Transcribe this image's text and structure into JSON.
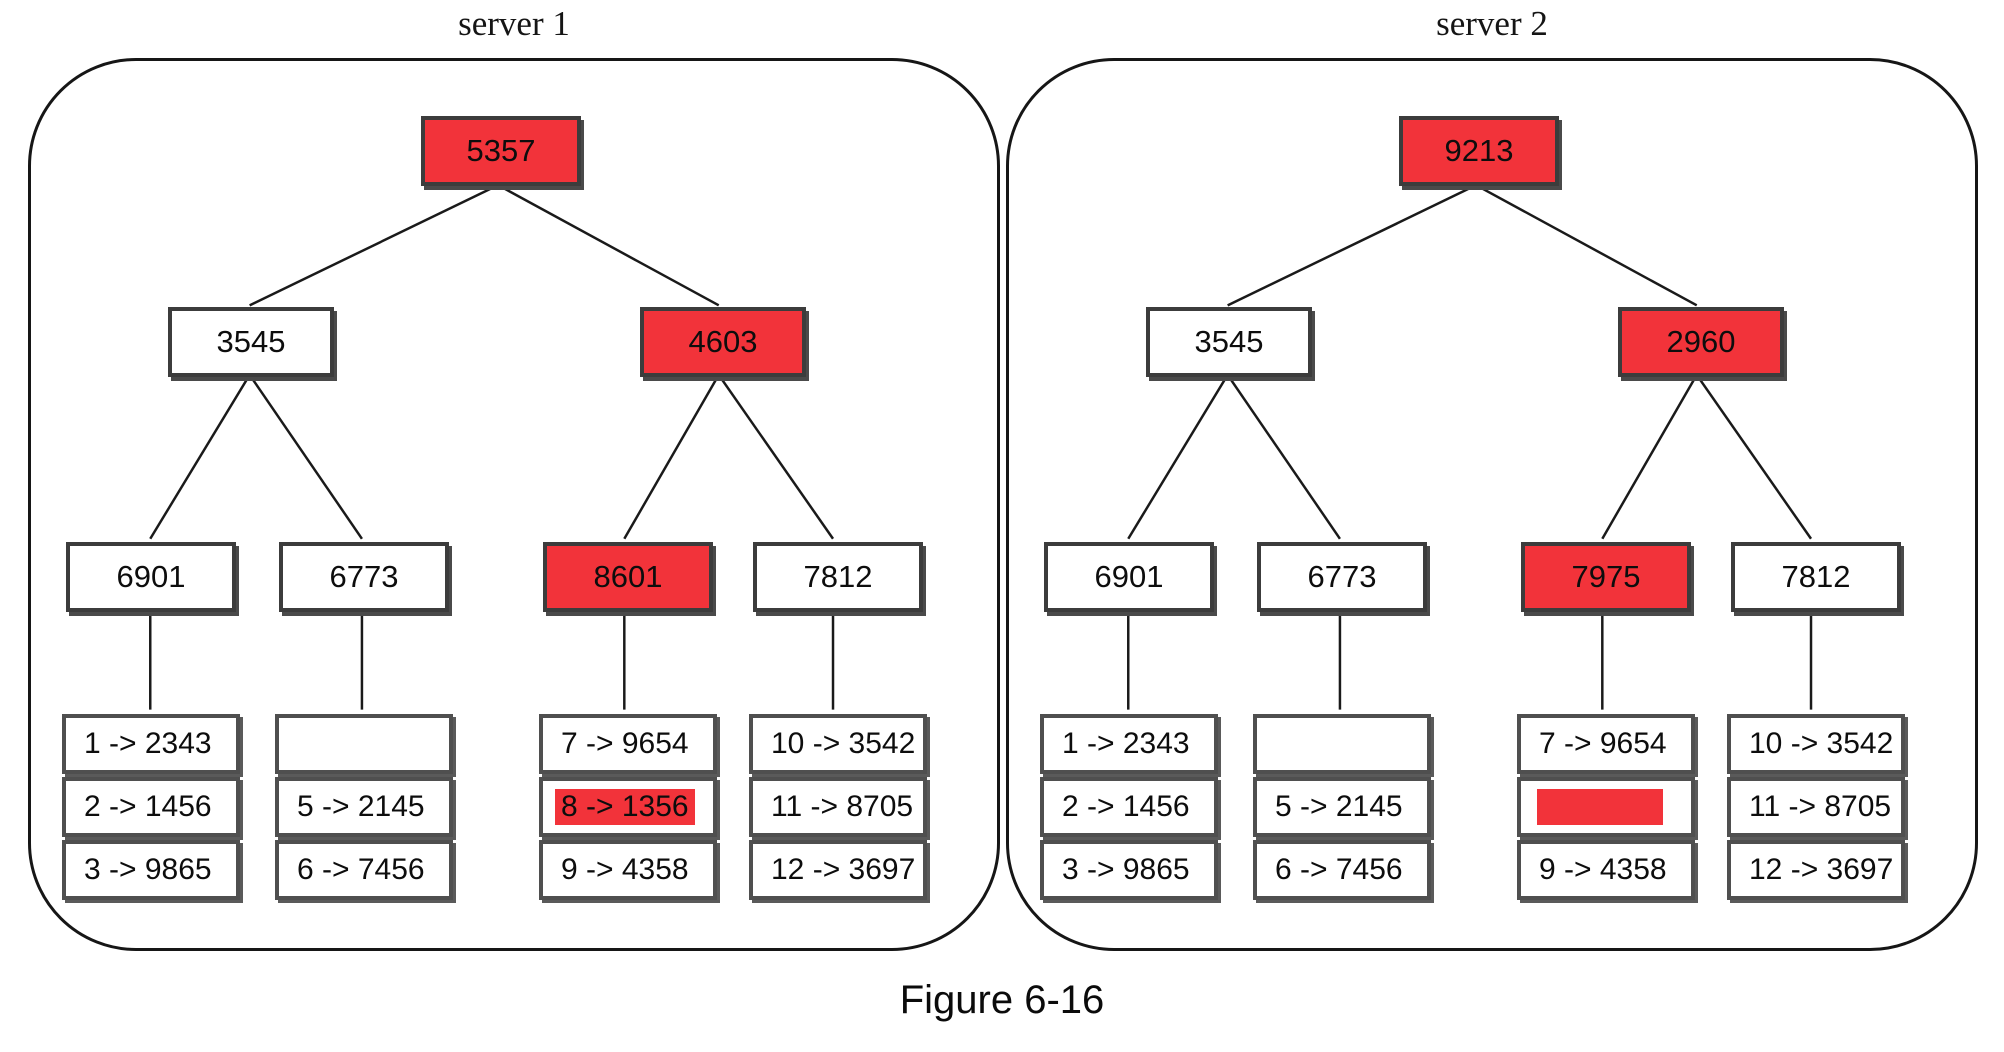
{
  "figure": {
    "caption": "Figure 6-16"
  },
  "colors": {
    "highlight": "#f2333a"
  },
  "servers": [
    {
      "title": "server 1",
      "root": {
        "label": "5357",
        "highlighted": true
      },
      "level2": [
        {
          "label": "3545",
          "highlighted": false
        },
        {
          "label": "4603",
          "highlighted": true
        }
      ],
      "level3": [
        {
          "label": "6901",
          "highlighted": false
        },
        {
          "label": "6773",
          "highlighted": false
        },
        {
          "label": "8601",
          "highlighted": true
        },
        {
          "label": "7812",
          "highlighted": false
        }
      ],
      "leaf_groups": [
        {
          "cells": [
            {
              "text": "1 -> 2343"
            },
            {
              "text": "2 -> 1456"
            },
            {
              "text": "3 -> 9865"
            }
          ]
        },
        {
          "cells": [
            {
              "text": ""
            },
            {
              "text": "5 -> 2145"
            },
            {
              "text": "6 -> 7456"
            }
          ]
        },
        {
          "cells": [
            {
              "text": "7 -> 9654"
            },
            {
              "text": "8 -> 1356",
              "highlighted": true
            },
            {
              "text": "9 -> 4358"
            }
          ]
        },
        {
          "cells": [
            {
              "text": "10 -> 3542"
            },
            {
              "text": "11 -> 8705"
            },
            {
              "text": "12 -> 3697"
            }
          ]
        }
      ]
    },
    {
      "title": "server 2",
      "root": {
        "label": "9213",
        "highlighted": true
      },
      "level2": [
        {
          "label": "3545",
          "highlighted": false
        },
        {
          "label": "2960",
          "highlighted": true
        }
      ],
      "level3": [
        {
          "label": "6901",
          "highlighted": false
        },
        {
          "label": "6773",
          "highlighted": false
        },
        {
          "label": "7975",
          "highlighted": true
        },
        {
          "label": "7812",
          "highlighted": false
        }
      ],
      "leaf_groups": [
        {
          "cells": [
            {
              "text": "1 -> 2343"
            },
            {
              "text": "2 -> 1456"
            },
            {
              "text": "3 -> 9865"
            }
          ]
        },
        {
          "cells": [
            {
              "text": ""
            },
            {
              "text": "5 -> 2145"
            },
            {
              "text": "6 -> 7456"
            }
          ]
        },
        {
          "cells": [
            {
              "text": "7 -> 9654"
            },
            {
              "text": "",
              "highlighted": true,
              "bar": true
            },
            {
              "text": "9 -> 4358"
            }
          ]
        },
        {
          "cells": [
            {
              "text": "10 -> 3542"
            },
            {
              "text": "11 -> 8705"
            },
            {
              "text": "12 -> 3697"
            }
          ]
        }
      ]
    }
  ]
}
